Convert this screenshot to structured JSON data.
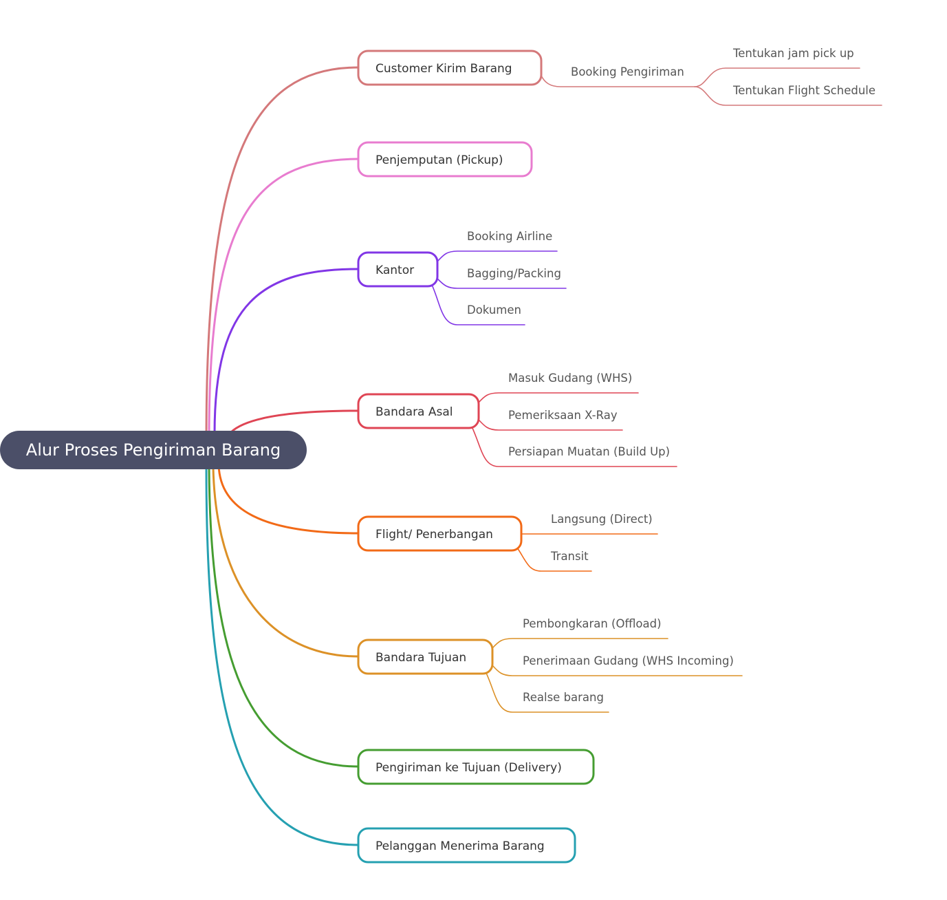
{
  "root": {
    "label": "Alur Proses Pengiriman Barang",
    "color": "#4b4f68"
  },
  "branches": [
    {
      "label": "Customer Kirim Barang",
      "color": "#d4787a",
      "children": [
        {
          "label": "Booking Pengiriman",
          "children": [
            {
              "label": "Tentukan jam pick up"
            },
            {
              "label": "Tentukan Flight Schedule"
            }
          ]
        }
      ]
    },
    {
      "label": "Penjemputan (Pickup)",
      "color": "#e87ccf",
      "children": []
    },
    {
      "label": "Kantor",
      "color": "#8136e6",
      "children": [
        {
          "label": "Booking Airline"
        },
        {
          "label": "Bagging/Packing"
        },
        {
          "label": "Dokumen"
        }
      ]
    },
    {
      "label": "Bandara Asal",
      "color": "#df4554",
      "children": [
        {
          "label": "Masuk Gudang (WHS)"
        },
        {
          "label": "Pemeriksaan X-Ray"
        },
        {
          "label": "Persiapan Muatan (Build Up)"
        }
      ]
    },
    {
      "label": "Flight/ Penerbangan",
      "color": "#f26a17",
      "children": [
        {
          "label": "Langsung (Direct)"
        },
        {
          "label": "Transit"
        }
      ]
    },
    {
      "label": "Bandara Tujuan",
      "color": "#dc9127",
      "children": [
        {
          "label": "Pembongkaran (Offload)"
        },
        {
          "label": "Penerimaan Gudang (WHS Incoming)"
        },
        {
          "label": "Realse barang"
        }
      ]
    },
    {
      "label": "Pengiriman ke Tujuan (Delivery)",
      "color": "#459d31",
      "children": []
    },
    {
      "label": "Pelanggan Menerima Barang",
      "color": "#25a0b1",
      "children": []
    }
  ]
}
